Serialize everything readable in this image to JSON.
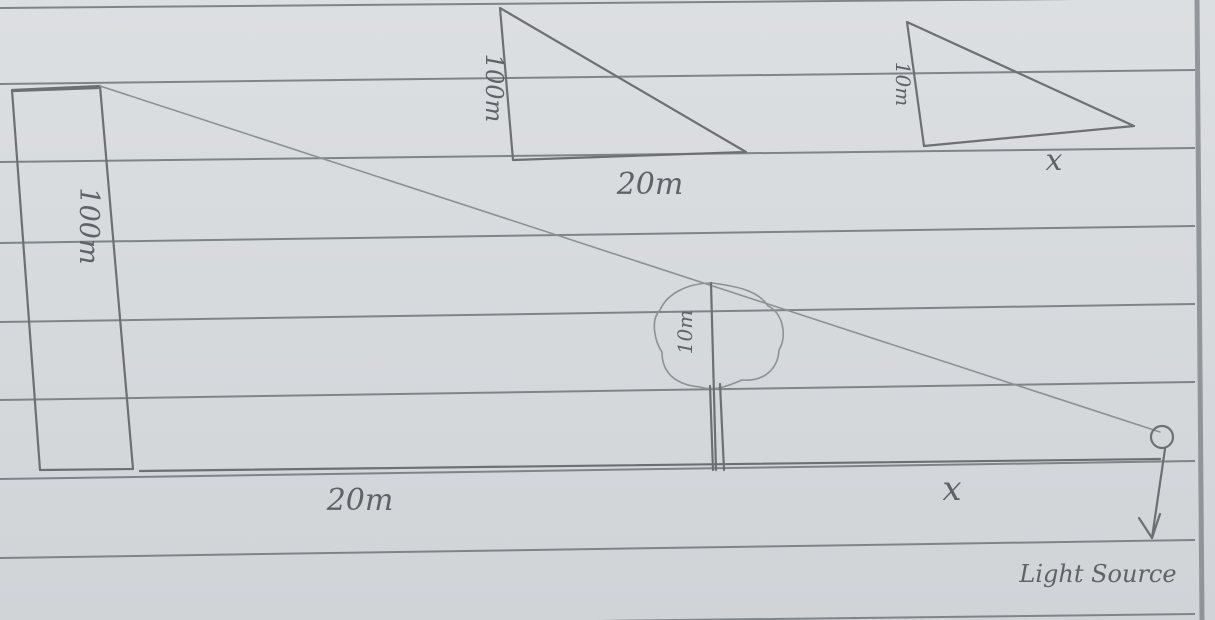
{
  "main_diagram": {
    "building_height_label": "100m",
    "tree_height_label": "10m",
    "building_to_tree_distance_label": "20m",
    "tree_to_light_distance_label": "x",
    "light_source_label": "Light Source"
  },
  "large_triangle": {
    "height_label": "100m",
    "base_label": "20m"
  },
  "small_triangle": {
    "height_label": "10m",
    "base_label": "x"
  }
}
